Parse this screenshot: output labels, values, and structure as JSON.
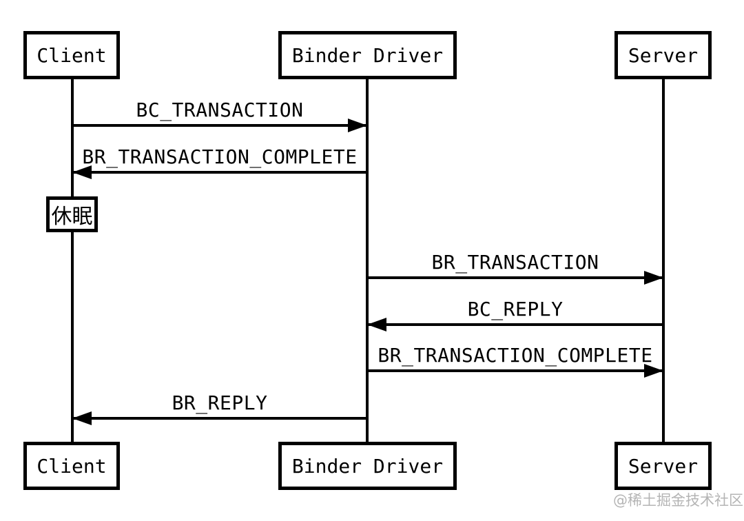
{
  "diagram": {
    "type": "sequence-diagram",
    "topic": "Binder IPC transaction flow",
    "colors": {
      "line": "#000000",
      "background": "#ffffff",
      "watermark": "#b4b4b4"
    },
    "actors": [
      {
        "id": "client",
        "label": "Client"
      },
      {
        "id": "binder-driver",
        "label": "Binder Driver"
      },
      {
        "id": "server",
        "label": "Server"
      }
    ],
    "messages": [
      {
        "label": "BC_TRANSACTION",
        "from": "Client",
        "to": "Binder Driver"
      },
      {
        "label": "BR_TRANSACTION_COMPLETE",
        "from": "Binder Driver",
        "to": "Client"
      },
      {
        "label": "BR_TRANSACTION",
        "from": "Binder Driver",
        "to": "Server"
      },
      {
        "label": "BC_REPLY",
        "from": "Server",
        "to": "Binder Driver"
      },
      {
        "label": "BR_TRANSACTION_COMPLETE",
        "from": "Binder Driver",
        "to": "Server"
      },
      {
        "label": "BR_REPLY",
        "from": "Binder Driver",
        "to": "Client"
      }
    ],
    "note": {
      "label": "休眠",
      "attached_to": "Client lifeline"
    },
    "watermark": "@稀土掘金技术社区"
  }
}
